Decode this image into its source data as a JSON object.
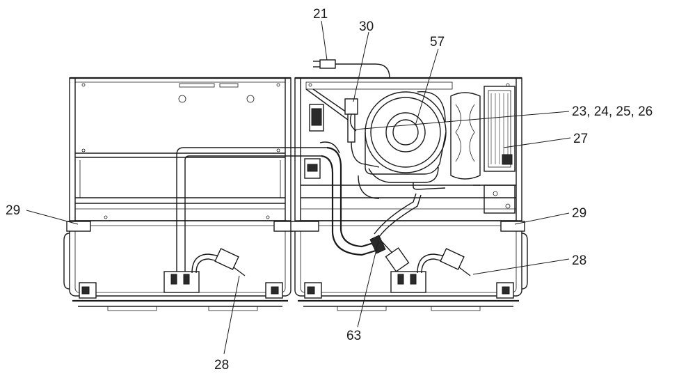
{
  "callouts": [
    {
      "id": "c21",
      "text": "21"
    },
    {
      "id": "c30",
      "text": "30"
    },
    {
      "id": "c57",
      "text": "57"
    },
    {
      "id": "c23",
      "text": "23, 24, 25, 26"
    },
    {
      "id": "c27",
      "text": "27"
    },
    {
      "id": "c29l",
      "text": "29"
    },
    {
      "id": "c29r",
      "text": "29"
    },
    {
      "id": "c28r",
      "text": "28"
    },
    {
      "id": "c28b",
      "text": "28"
    },
    {
      "id": "c63",
      "text": "63"
    }
  ]
}
